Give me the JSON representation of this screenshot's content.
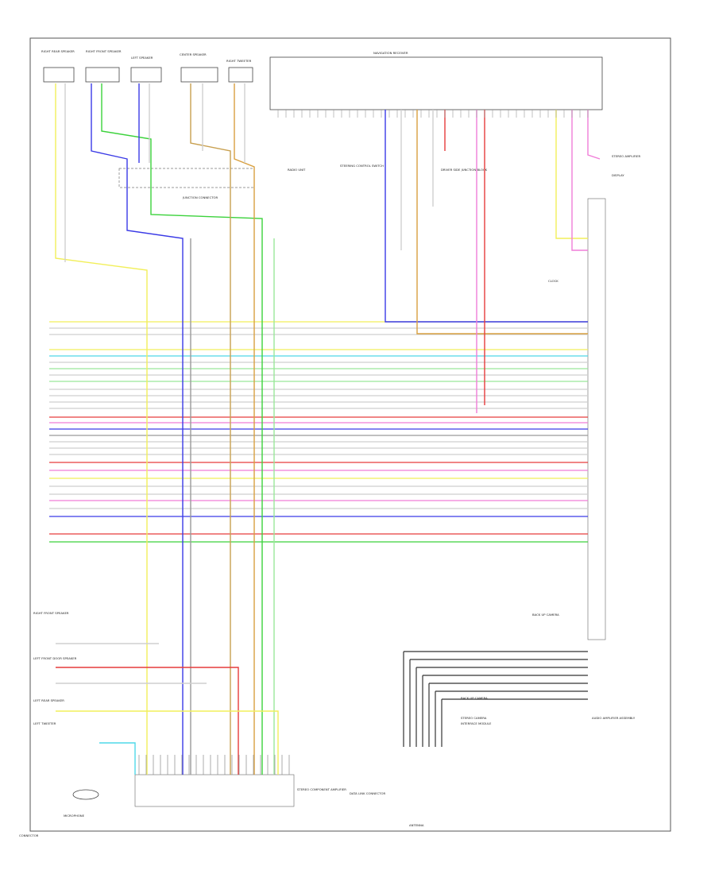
{
  "diagram": {
    "frame_label": "CONNECTOR",
    "colors": {
      "yellow": "#f2ef5a",
      "gray": "#9a9a9a",
      "blue": "#3a3ae6",
      "green": "#3cd23c",
      "red": "#e63c3c",
      "pink": "#f07dd8",
      "cyan": "#4fd8e8",
      "orange": "#d9a040",
      "tan": "#c8a050",
      "lightgreen": "#9ae89a",
      "black": "#333333",
      "lightgray": "#cfcfcf"
    },
    "top_components": [
      {
        "name": "RIGHT REAR SPEAKER"
      },
      {
        "name": "RIGHT FRONT SPEAKER"
      },
      {
        "name": "LEFT SPEAKER"
      },
      {
        "name": "CENTER SPEAKER"
      },
      {
        "name": "RIGHT TWEETER"
      }
    ],
    "main_unit_title": "NAVIGATION RECEIVER",
    "junction_label": "JUNCTION CONNECTOR",
    "mid_labels": [
      "RADIO UNIT",
      "STEERING CONTROL SWITCH",
      "DRIVER SIDE JUNCTION BLOCK"
    ],
    "right_labels": [
      "STEREO AMPLIFIER",
      "DISPLAY",
      "CLOCK",
      "BACK UP CAMERA"
    ],
    "left_labels": [
      "RIGHT FRONT SPEAKER",
      "LEFT FRONT DOOR SPEAKER",
      "LEFT REAR SPEAKER",
      "LEFT TWEETER"
    ],
    "bottom_labels": [
      "MICROPHONE",
      "STEREO COMPONENT AMPLIFIER",
      "DATA LINK CONNECTOR",
      "ANTENNA"
    ],
    "bottom_right_label": "AUDIO AMPLIFIER ASSEMBLY",
    "bottom_right_box": [
      "BACK UP CAMERA",
      "STEREO CAMERA",
      "INTERFACE MODULE"
    ]
  }
}
